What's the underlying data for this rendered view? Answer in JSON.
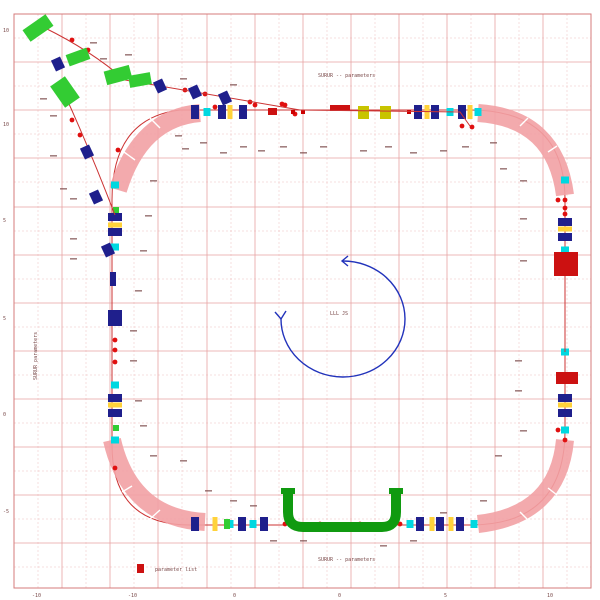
{
  "colors": {
    "grid": "#e7a3a3",
    "grid_major": "#d67b7b",
    "dipole": "#f2a1a4",
    "quad": "#1f1f8c",
    "sext": "#00d8e0",
    "kicker": "#ffd23a",
    "corrector": "#e01010",
    "bpm": "#cc0000",
    "injection": "#33cc33",
    "rf": "#cc1111",
    "septum": "#c8c400",
    "undulator": "#109a10",
    "arrow": "#2233bb",
    "label": "#7a4a4a"
  },
  "axes": {
    "x_ticks": [
      "-10",
      "-10",
      "0",
      "0",
      "5",
      "10"
    ],
    "y_ticks": [
      "10",
      "10",
      "5",
      "5",
      "0",
      "-5"
    ]
  },
  "center_label": "LLL JS",
  "direction_arrow": "counter-clockwise",
  "bottom_label": "SURUR -- parameters",
  "top_label": "SURUR -- parameters",
  "legend_label": "parameter list",
  "left_vertical_label": "SURUR parameters"
}
